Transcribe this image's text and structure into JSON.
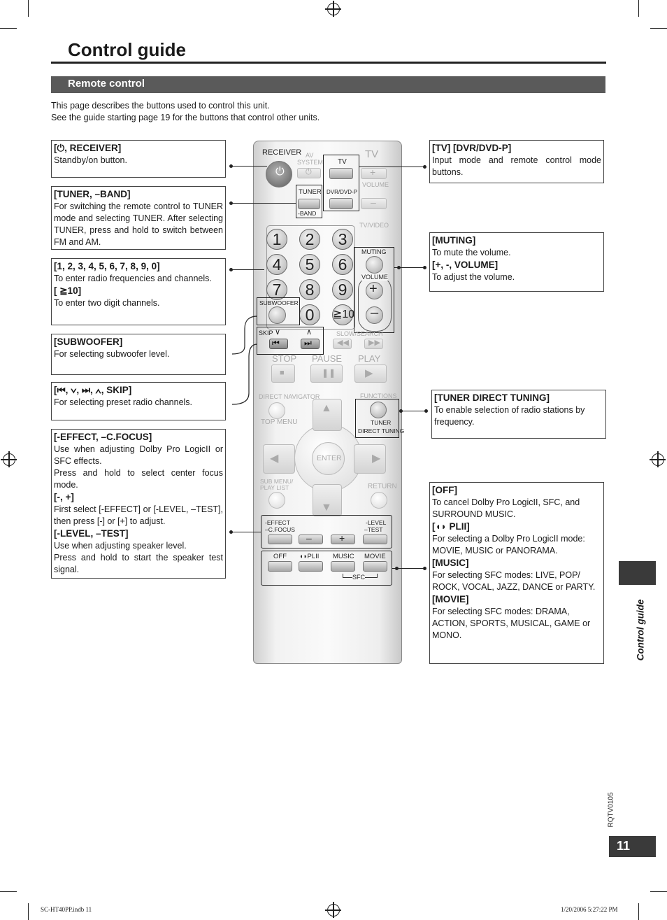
{
  "page": {
    "title": "Control guide",
    "section": "Remote control",
    "intro": [
      "This page describes the buttons used to control this unit.",
      "See the guide starting page 19 for the buttons that control other units."
    ],
    "side_label": "Control guide",
    "doc_code": "RQTV0105",
    "page_number": "11",
    "footer_file": "SC-HT40PP.indb   11",
    "footer_date": "1/20/2006   5:27:22 PM"
  },
  "callouts": {
    "receiver": {
      "title": "[⏻, RECEIVER]",
      "text": "Standby/on button."
    },
    "tuner_band": {
      "title": "[TUNER, –BAND]",
      "text": "For switching the remote control to TUNER mode and selecting TUNER. After selecting TUNER, press and hold to switch between FM and AM."
    },
    "numbers": {
      "title": "[1, 2, 3, 4, 5, 6, 7, 8, 9, 0]",
      "text": "To enter radio frequencies and channels.",
      "title2": "[ ≧10]",
      "text2": "To enter two digit channels."
    },
    "subwoofer": {
      "title": "[SUBWOOFER]",
      "text": "For selecting subwoofer level."
    },
    "skip": {
      "title": "[⏮, ∨, ⏭, ∧, SKIP]",
      "text": "For selecting preset radio channels."
    },
    "effect": {
      "title": "[-EFFECT, –C.FOCUS]",
      "text": "Use when adjusting Dolby Pro LogicII or SFC effects.",
      "text_b": "Press and hold to select center focus mode.",
      "title2": "[-, +]",
      "text2": "First select [-EFFECT] or [-LEVEL, –TEST], then press [-] or [+] to adjust.",
      "title3": "[-LEVEL, –TEST]",
      "text3": "Use when adjusting speaker level.",
      "text3_b": "Press and hold to start the speaker test signal."
    },
    "tv_dvr": {
      "title": "[TV] [DVR/DVD-P]",
      "text": "Input mode and remote control mode buttons."
    },
    "muting": {
      "title": "[MUTING]",
      "text": "To mute the volume.",
      "title2": "[+, -, VOLUME]",
      "text2": "To adjust the volume."
    },
    "tuner_direct": {
      "title": "[TUNER DIRECT TUNING]",
      "text": "To enable selection of radio stations by frequency."
    },
    "off": {
      "title": "[OFF]",
      "text": "To cancel Dolby Pro LogicII, SFC, and SURROUND MUSIC.",
      "title2": "[◖◗ PLII]",
      "text2": "For selecting a Dolby Pro LogicII mode: MOVIE, MUSIC or PANORAMA.",
      "title3": "[MUSIC]",
      "text3": "For selecting SFC modes: LIVE, POP/ ROCK, VOCAL, JAZZ, DANCE or PARTY.",
      "title4": "[MOVIE]",
      "text4": "For selecting SFC modes: DRAMA, ACTION, SPORTS, MUSICAL, GAME or MONO."
    }
  },
  "remote": {
    "receiver": "RECEIVER",
    "av_system_1": "AV",
    "av_system_2": "SYSTEM",
    "tv": "TV",
    "tv_big": "TV",
    "tuner": "TUNER",
    "band": "-BAND",
    "dvr": "DVR/DVD-P",
    "volume_top": "VOLUME",
    "tv_video": "TV/VIDEO",
    "numbers": [
      "1",
      "2",
      "3",
      "4",
      "5",
      "6",
      "7",
      "8",
      "9",
      "0",
      "≧10"
    ],
    "muting": "MUTING",
    "volume": "VOLUME",
    "subwoofer": "SUBWOOFER",
    "skip": "SKIP",
    "slow_search": "SLOW/SEARCH",
    "stop": "STOP",
    "pause": "PAUSE",
    "play": "PLAY",
    "direct_navigator": "DIRECT NAVIGATOR",
    "functions": "FUNCTIONS",
    "top_menu": "TOP MENU",
    "tuner_direct_1": "TUNER",
    "tuner_direct_2": "DIRECT TUNING",
    "enter": "ENTER",
    "sub_menu_1": "SUB MENU/",
    "sub_menu_2": "PLAY LIST",
    "return": "RETURN",
    "effect_1": "-EFFECT",
    "effect_2": "–C.FOCUS",
    "level_1": "-LEVEL",
    "level_2": "–TEST",
    "off": "OFF",
    "pl2": "◖◗PLII",
    "music": "MUSIC",
    "movie": "MOVIE",
    "sfc": "SFC"
  }
}
